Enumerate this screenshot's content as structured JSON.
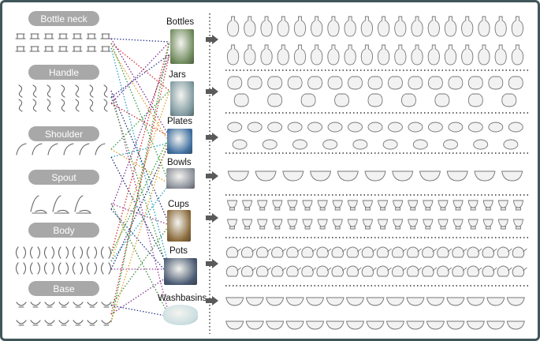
{
  "parts": [
    {
      "label": "Bottle neck"
    },
    {
      "label": "Handle"
    },
    {
      "label": "Shoulder"
    },
    {
      "label": "Spout"
    },
    {
      "label": "Body"
    },
    {
      "label": "Base"
    }
  ],
  "categories": [
    {
      "label": "Bottles",
      "thumb_color": "#6f8a5c"
    },
    {
      "label": "Jars",
      "thumb_color": "#7f9aa0"
    },
    {
      "label": "Plates",
      "thumb_color": "#3f6fa0"
    },
    {
      "label": "Bowls",
      "thumb_color": "#8a8f99"
    },
    {
      "label": "Cups",
      "thumb_color": "#8a6a3a"
    },
    {
      "label": "Pots",
      "thumb_color": "#4a5a72"
    },
    {
      "label": "Washbasins",
      "thumb_color": "#c9dde0"
    }
  ],
  "connection_colors": [
    "#2f3a8f",
    "#7a2f8f",
    "#d03030",
    "#2f9a3a",
    "#e0a020",
    "#20a0c0",
    "#1f2f6f",
    "#9a3f9a",
    "#3a8f3a"
  ],
  "frame_color": "#41565a",
  "pill_color": "#a8a8a8"
}
